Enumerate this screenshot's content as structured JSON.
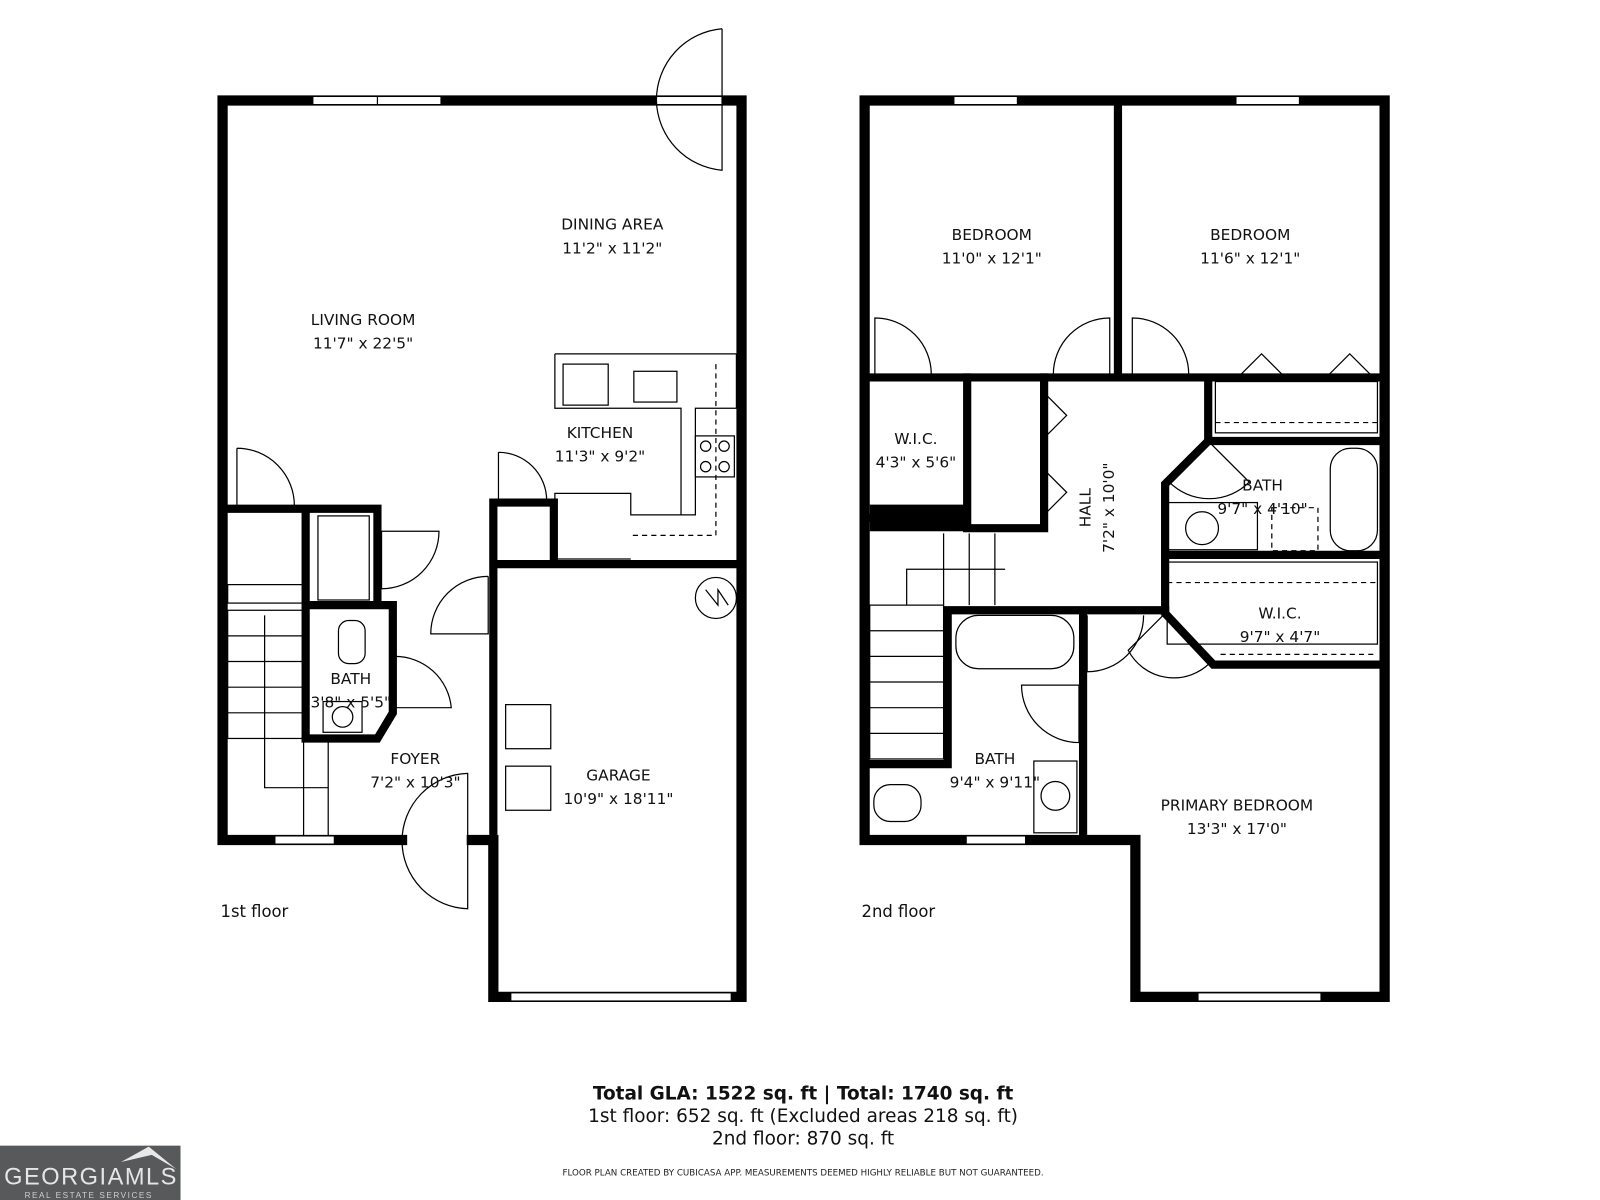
{
  "floor1": {
    "label": "1st floor",
    "rooms": {
      "dining": {
        "name": "DINING AREA",
        "size": "11'2\" x 11'2\""
      },
      "living": {
        "name": "LIVING ROOM",
        "size": "11'7\" x 22'5\""
      },
      "kitchen": {
        "name": "KITCHEN",
        "size": "11'3\" x 9'2\""
      },
      "bath": {
        "name": "BATH",
        "size": "3'8\" x 5'5\""
      },
      "foyer": {
        "name": "FOYER",
        "size": "7'2\" x 10'3\""
      },
      "garage": {
        "name": "GARAGE",
        "size": "10'9\" x 18'11\""
      }
    }
  },
  "floor2": {
    "label": "2nd floor",
    "rooms": {
      "bedroom1": {
        "name": "BEDROOM",
        "size": "11'0\" x 12'1\""
      },
      "bedroom2": {
        "name": "BEDROOM",
        "size": "11'6\" x 12'1\""
      },
      "wic1": {
        "name": "W.I.C.",
        "size": "4'3\" x 5'6\""
      },
      "hall": {
        "name": "HALL",
        "size": "7'2\" x 10'0\""
      },
      "bath1": {
        "name": "BATH",
        "size": "9'7\" x 4'10\""
      },
      "wic2": {
        "name": "W.I.C.",
        "size": "9'7\" x 4'7\""
      },
      "bath2": {
        "name": "BATH",
        "size": "9'4\" x 9'11\""
      },
      "primary": {
        "name": "PRIMARY BEDROOM",
        "size": "13'3\" x 17'0\""
      }
    }
  },
  "summary": {
    "total": "Total GLA: 1522 sq. ft | Total: 1740 sq. ft",
    "floor1": "1st floor: 652 sq. ft (Excluded areas 218 sq. ft)",
    "floor2": "2nd floor: 870 sq. ft",
    "disclaimer": "FLOOR PLAN CREATED BY CUBICASA APP. MEASUREMENTS DEEMED HIGHLY RELIABLE BUT NOT GUARANTEED."
  },
  "logo": {
    "text": "GEORGIAMLS",
    "tagline": "REAL ESTATE SERVICES",
    "background": "#58595b"
  },
  "colors": {
    "wall": "#000000",
    "background": "#ffffff"
  }
}
